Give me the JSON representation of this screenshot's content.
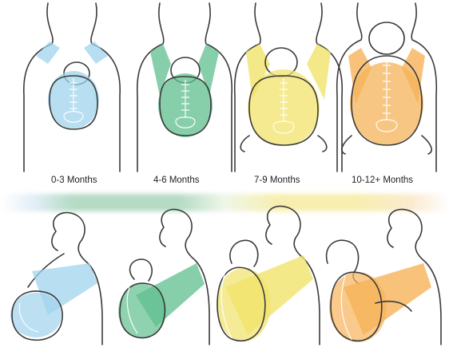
{
  "stages": [
    {
      "label": "0-3 Months",
      "color": "#9fd3ec"
    },
    {
      "label": "4-6 Months",
      "color": "#5fbf8f"
    },
    {
      "label": "7-9 Months",
      "color": "#f1e36b"
    },
    {
      "label": "10-12+ Months",
      "color": "#f6b35a"
    }
  ]
}
